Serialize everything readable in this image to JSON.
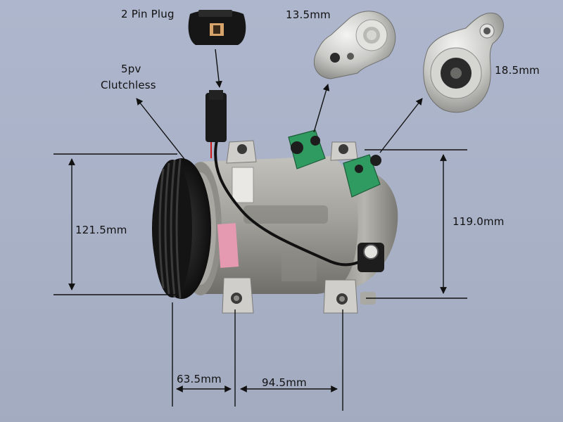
{
  "labels": {
    "plug": "2 Pin Plug",
    "belt_line1": "5pv",
    "belt_line2": "Clutchless",
    "port_small": "13.5mm",
    "port_large": "18.5mm",
    "height_left": "121.5mm",
    "height_right": "119.0mm",
    "width_front": "63.5mm",
    "width_mount": "94.5mm"
  },
  "icons": {
    "pulley": "pulley-icon",
    "plug": "connector-plug-icon",
    "fitting": "port-fitting-icon"
  },
  "colors": {
    "background": "#a9b1c7",
    "body": "#9d9c96",
    "port_caps": "#2e9a5e",
    "sticker": "#e49ab0"
  }
}
